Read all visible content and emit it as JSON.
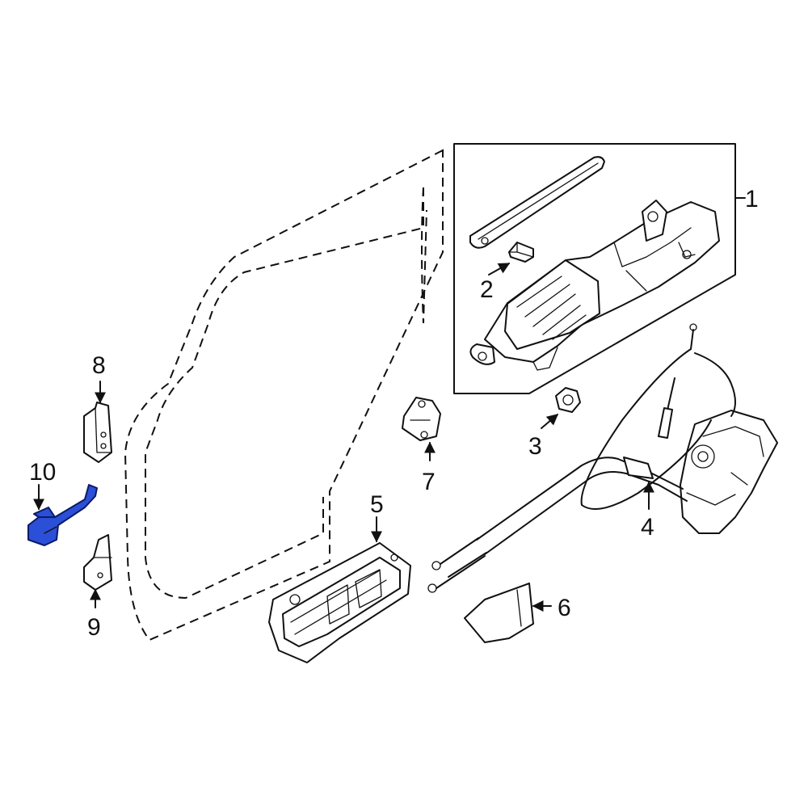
{
  "colors": {
    "line": "#111111",
    "background": "#ffffff",
    "highlight_fill": "#2b4fd6",
    "highlight_stroke": "#0a1a66"
  },
  "highlighted_part": "10",
  "callouts": [
    {
      "id": "c1",
      "label": "1"
    },
    {
      "id": "c2",
      "label": "2"
    },
    {
      "id": "c3",
      "label": "3"
    },
    {
      "id": "c4",
      "label": "4"
    },
    {
      "id": "c5",
      "label": "5"
    },
    {
      "id": "c6",
      "label": "6"
    },
    {
      "id": "c7",
      "label": "7"
    },
    {
      "id": "c8",
      "label": "8"
    },
    {
      "id": "c9",
      "label": "9"
    },
    {
      "id": "c10",
      "label": "10"
    }
  ]
}
